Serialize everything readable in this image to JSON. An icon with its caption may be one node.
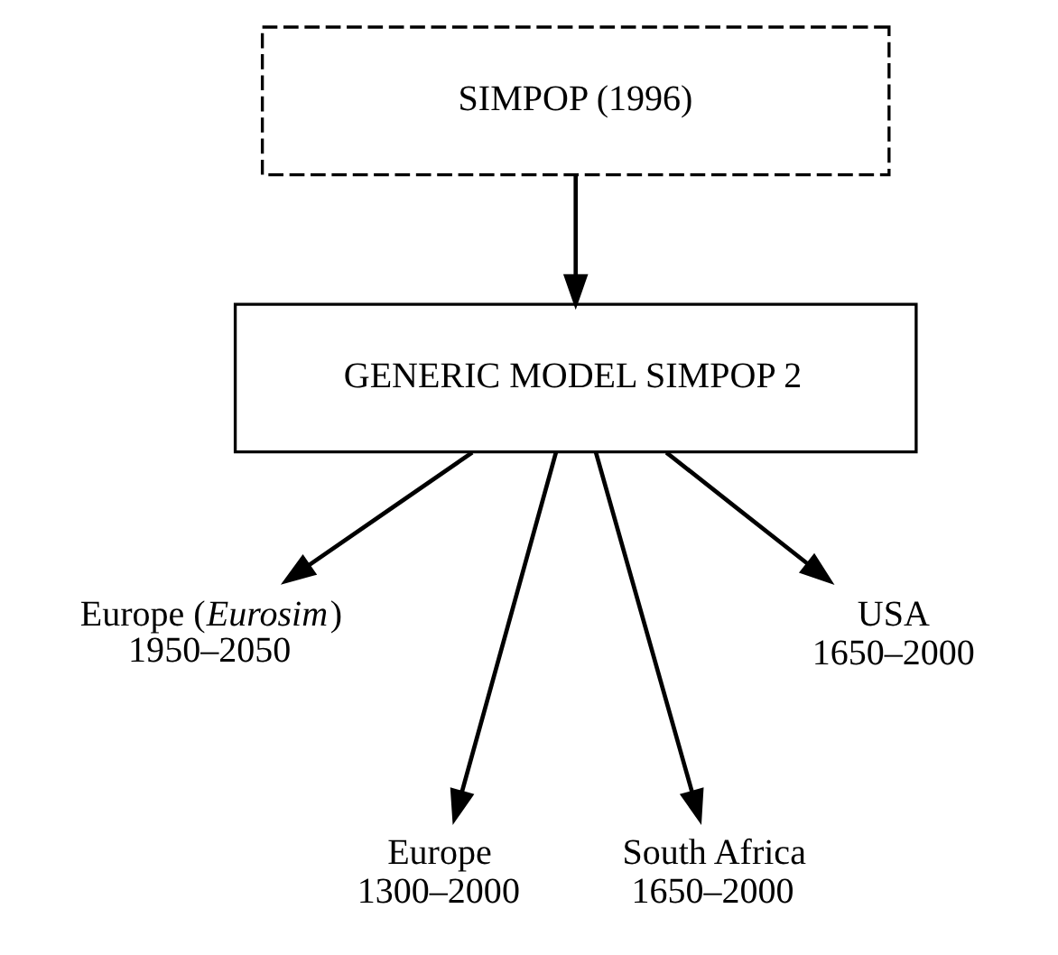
{
  "diagram": {
    "nodes": [
      {
        "text": [
          "SIMPOP (1996)"
        ]
      },
      {
        "text": [
          "GENERIC MODEL SIMPOP 2"
        ]
      },
      {
        "text": [
          "Europe (*Eurosim*)",
          "1950–2050"
        ]
      },
      {
        "text": [
          "Europe",
          "1300–2000"
        ]
      },
      {
        "text": [
          "South Africa",
          "1650–2000"
        ]
      },
      {
        "text": [
          "USA",
          "1650–2000"
        ]
      }
    ],
    "edges": [
      {
        "from": 0,
        "to": 1,
        "arrow": "to"
      },
      {
        "from": 1,
        "to": 2,
        "arrow": "to"
      },
      {
        "from": 1,
        "to": 3,
        "arrow": "to"
      },
      {
        "from": 1,
        "to": 4,
        "arrow": "to"
      },
      {
        "from": 1,
        "to": 5,
        "arrow": "to"
      }
    ]
  }
}
